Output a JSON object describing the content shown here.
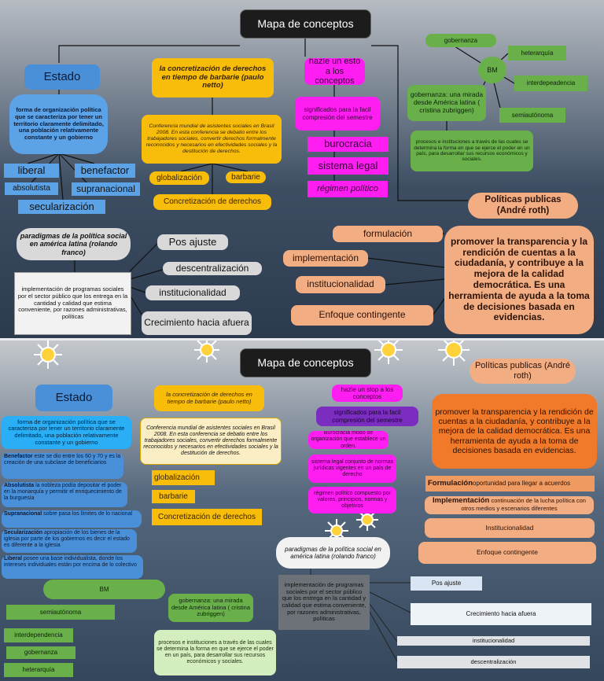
{
  "top": {
    "title": "Mapa de conceptos",
    "estado": {
      "title": "Estado",
      "definition": "forma de organización política que se caracteriza por tener un territorio claramente delimitado, una población relativamente constante y un gobierno",
      "liberal": "liberal",
      "benefactor": "benefactor",
      "absolutista": "absolutista",
      "supranacional": "supranacional",
      "secularizacion": "secularización"
    },
    "derechos": {
      "title": "la concretización de derechos en tiempo de barbarie (paulo netto)",
      "conference": "Conferencia mundial de asistentes sociales en Brasil 2008. En esta conferencia se debatio entre los trabajadores sociales, convertir derechos formalmente reconocidos y necesarios en efectividades sociales y la destitución de derechos.",
      "globalizacion": "globalización",
      "barbarie": "barbarie",
      "concretizacion": "Concretización de derechos"
    },
    "conceptos": {
      "title": "hazle un esto a los conceptos",
      "significados": "significados para la facil compresión del semestre",
      "burocracia": "burocracia",
      "sistema_legal": "sistema legal",
      "regimen": "régimen político"
    },
    "gobernanza": {
      "gobernanza": "gobernanza",
      "bm": "BM",
      "heterarquia": "heterarquía",
      "interdependencia": "interdepeadencia",
      "semiautonoma": "semiautónoma",
      "mirada": "gobernanza: una mirada desde América latina ( cristina zubriggen)",
      "procesos": "procesos e instituciones a través de las cuales se determina la forma en que se ejerce el poder en un país, para desarrollar sus recursos económicos y sociales."
    },
    "politicas": {
      "title": "Políticas publicas (André roth)",
      "promover": "promover la transparencia y la rendición de cuentas a la ciudadanía, y contribuye a la mejora de la calidad democrática. Es una herramienta de ayuda a la toma de decisiones basada en evidencias.",
      "formulacion": "formulación",
      "implementacion": "implementación",
      "institucionalidad": "institucionalidad",
      "enfoque": "Enfoque contingente"
    },
    "paradigmas": {
      "title": "paradigmas de la política social en américa latina (rolando franco)",
      "implementacion": "implementación de programas sociales por el sector público que los entrega en la cantidad y calidad que estima conveniente, por razones administrativas, políticas",
      "pos_ajuste": "Pos ajuste",
      "descentralizacion": "descentralización",
      "institucionalidad": "institucionalidad",
      "crecimiento": "Crecimiento hacia afuera"
    }
  },
  "bottom": {
    "title": "Mapa de conceptos",
    "estado": {
      "title": "Estado",
      "definition": "forma de organización política que se caracteriza por tener un territorio claramente delimitado, una población relativamente constante y un gobierno",
      "benefactor_term": "Benefactor",
      "benefactor_desc": " este se dio entre los 60 y 70 y es la creación de una subclase de beneficiarios",
      "absolutista_term": "Absolutista",
      "absolutista_desc": " la nobleza podía depositar el poder en la monarquía y permitir el enriquecimiento de la burguesía",
      "supranacional_term": "Supranacional",
      "supranacional_desc": " sobre pasa los límites de lo nacional",
      "secularizacion_term": "Secularización",
      "secularizacion_desc": " apropiación de los bienes de la iglesia por parte de los gobiernos es decir el estado es diferente a la iglesia",
      "liberal_term": "Liberal",
      "liberal_desc": " posee una base individualista, donde los intereses individuales están por encima de lo colectivo"
    },
    "derechos": {
      "title": "la concretización de derechos en tiempo de barbarie (paulo netto)",
      "conference": "Conferencia mundial de asistentes sociales en Brasil 2008. En esta conferencia se debatio entre los trabajadores sociales, convertir derechos formalmente reconocidos y necesarios en efectividades sociales y la destitución de derechos.",
      "globalizacion": "globalización",
      "barbarie": "barbarie",
      "concretizacion": "Concretización de derechos"
    },
    "conceptos": {
      "title": "hazle un stop a los conceptos",
      "significados": "significados para la facil compresión del semestre",
      "burocracia": "Burocracia modo de organización que establece un orden.",
      "sistema_legal": "sistema legal conjunto de normas jurídicas vigentes en un país de derecho",
      "regimen": "régimen político compuesto por valores, principios, normas y objetivos"
    },
    "politicas": {
      "title": "Políticas publicas (André roth)",
      "promover": "promover la transparencia y la rendición de cuentas a la ciudadanía, y contribuye a la mejora de la calidad democrática. Es una herramienta de ayuda a la toma de decisiones basada en evidencias.",
      "formulacion_term": "Formulación",
      "formulacion_desc": " oportunidad para llegar a acuerdos",
      "implementacion_term": "Implementación",
      "implementacion_desc": " continuación de la lucha política con otros medios y escenarios diferentes",
      "institucionalidad": "Institucionalidad",
      "enfoque": "Enfoque contingente"
    },
    "paradigmas": {
      "title": "paradigmas de la política social en américa latina (rolando franco)",
      "implementacion": "implementación de programas sociales por el sector público que los entrega en la cantidad y calidad que estima conveniente, por razones administrativas, políticas",
      "pos_ajuste": "Pos ajuste",
      "crecimiento": "Crecimiento hacia afuera",
      "institucionalidad": "institucionalidad",
      "descentralizacion": "descentralización"
    },
    "gobernanza": {
      "bm": "BM",
      "semiautonoma": "semiautónoma",
      "interdependencia": "interdependencia",
      "gobernanza": "gobernanza",
      "heterarquia": "heterarquía",
      "mirada": "gobernanza: una mirada desde América latina ( cristina zubriggen)",
      "procesos": "procesos e instituciones a través de las cuales se determina la forma en que se ejerce el poder en un país, para desarrollar sus recursos económicos y sociales."
    }
  }
}
